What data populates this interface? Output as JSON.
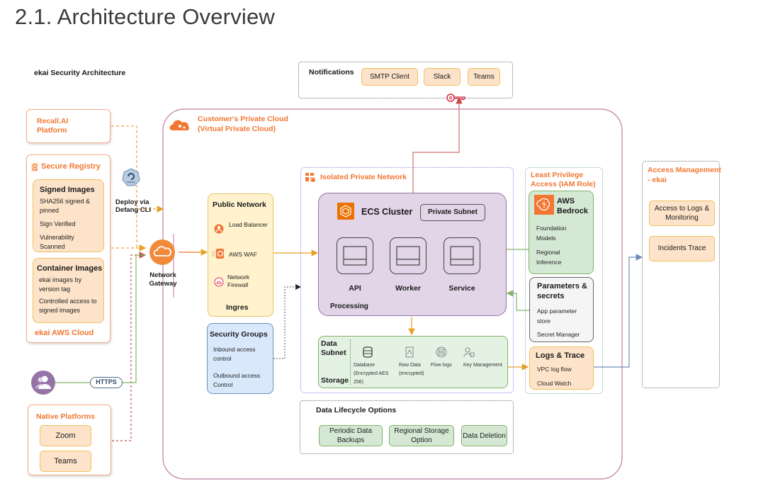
{
  "page": {
    "heading": "2.1. Architecture Overview"
  },
  "diagram": {
    "title": "ekai Security Architecture",
    "notifications": {
      "label": "Notifications",
      "items": [
        "SMTP Client",
        "Slack",
        "Teams"
      ]
    },
    "recall": {
      "title": "Recall.AI Platform"
    },
    "registry": {
      "title": "Secure Registry",
      "signed": {
        "title": "Signed Images",
        "lines": [
          "SHA256 signed & pinned",
          "Sign Verified",
          "Vulnerability Scanned"
        ]
      },
      "container": {
        "title": "Container Images",
        "lines": [
          "ekai images by version tag",
          "Controlled access to signed images"
        ]
      },
      "footer": "ekai AWS Cloud"
    },
    "deploy": {
      "badge": "deploy",
      "label": "Deploy via Defang CLI"
    },
    "gateway": {
      "label": "Network Gateway"
    },
    "https": {
      "label": "HTTPS"
    },
    "native": {
      "title": "Native Platforms",
      "items": [
        "Zoom",
        "Teams"
      ]
    },
    "vpc": {
      "title": "Customer's Private Cloud (Virtual Private Cloud)"
    },
    "public_network": {
      "title": "Public Network",
      "items": [
        "Load Balancer",
        "AWS WAF",
        "Network Firewall"
      ],
      "footer": "Ingres"
    },
    "security_groups": {
      "title": "Security Groups",
      "lines": [
        "Inbound access control",
        "Outbound access Control"
      ]
    },
    "isolated": {
      "title": "Isolated Private Network"
    },
    "ecs": {
      "title": "ECS Cluster",
      "subnet_badge": "Private Subnet",
      "nodes": [
        "API",
        "Worker",
        "Service"
      ],
      "footer": "Processing"
    },
    "data_subnet": {
      "title": "Data Subnet",
      "footer": "Storage",
      "items": [
        {
          "icon": "database-icon",
          "label": "Database (Encrypted AES 256)"
        },
        {
          "icon": "raw-data-icon",
          "label": "Raw Data (encrypted)"
        },
        {
          "icon": "flow-logs-icon",
          "label": "Flow logs"
        },
        {
          "icon": "key-management-icon",
          "label": "Key Management"
        }
      ]
    },
    "lifecycle": {
      "title": "Data Lifecycle Options",
      "items": [
        "Periodic Data Backups",
        "Regional Storage Option",
        "Data Deletion"
      ]
    },
    "iam": {
      "title": "Least Privilege Access (IAM Role)",
      "bedrock": {
        "title": "AWS Bedrock",
        "lines": [
          "Foundation Models",
          "Regional Inference"
        ]
      },
      "params": {
        "title": "Parameters & secrets",
        "lines": [
          "App parameter store",
          "Secret Manager"
        ]
      },
      "logs": {
        "title": "Logs & Trace",
        "lines": [
          "VPC log flow",
          "Cloud Watch"
        ]
      }
    },
    "access_mgmt": {
      "title": "Access Management - ekai",
      "items": [
        "Access to Logs & Monitoring",
        "Incidents Trace"
      ]
    },
    "colors": {
      "orange_accent": "#f27733",
      "vpc_border": "#c27ba0",
      "ecs_fill": "#e1d5e7",
      "green_fill": "#d5e8d4",
      "peach_fill": "#fde3c9",
      "blue_fill": "#dae8fc"
    }
  }
}
